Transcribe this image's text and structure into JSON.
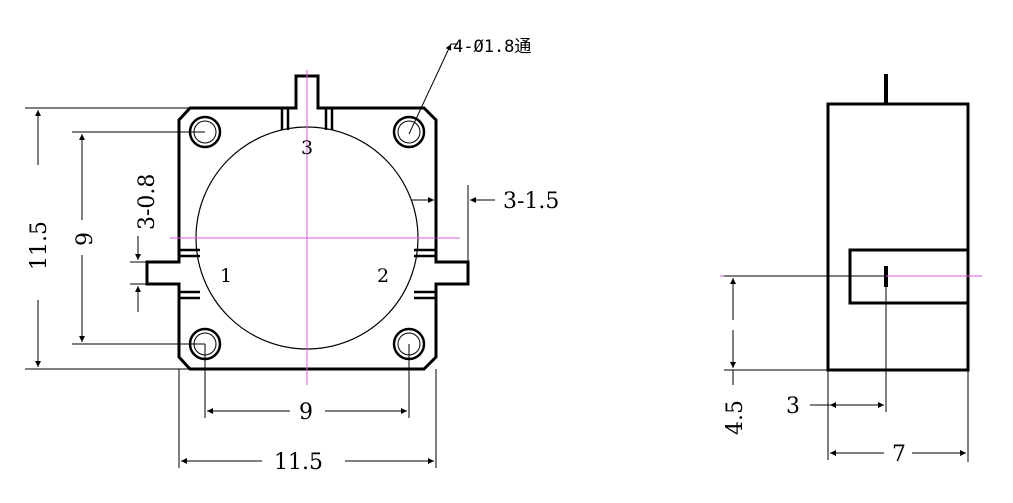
{
  "colors": {
    "line": "#000000",
    "centerline": "#e05ae0",
    "background": "#ffffff"
  },
  "front_view": {
    "hole_note": "4-Ø1.8通",
    "port_labels": [
      "1",
      "2",
      "3"
    ],
    "dims": {
      "overall_width": "11.5",
      "hole_spacing_horizontal": "9",
      "overall_height": "11.5",
      "hole_spacing_vertical": "9",
      "tab_width": "3-0.8",
      "tab_length": "3-1.5"
    }
  },
  "side_view": {
    "dims": {
      "width": "7",
      "tab_offset": "3",
      "tab_height": "4.5"
    }
  }
}
